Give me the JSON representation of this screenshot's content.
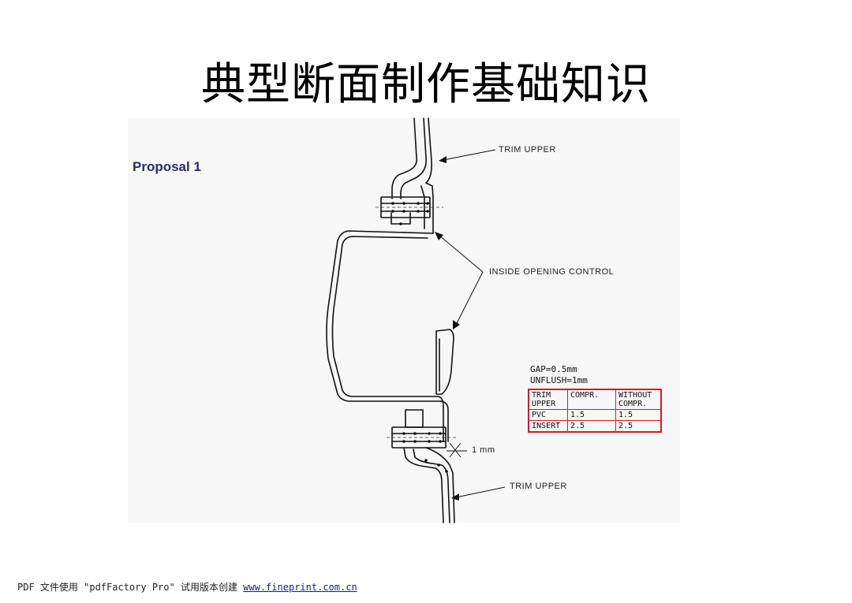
{
  "title": "典型断面制作基础知识",
  "proposal_label": "Proposal 1",
  "labels": {
    "trim_upper_top": "TRIM UPPER",
    "inside_opening_control": "INSIDE OPENING CONTROL",
    "gap_dimension": "1 mm",
    "trim_upper_bottom": "TRIM UPPER"
  },
  "spec": {
    "gap": "GAP=0.5mm",
    "unflush": "UNFLUSH=1mm"
  },
  "table": {
    "headers": [
      [
        "TRIM",
        "UPPER"
      ],
      [
        "COMPR."
      ],
      [
        "WITHOUT",
        "COMPR."
      ]
    ],
    "rows": [
      [
        "PVC",
        "1.5",
        "1.5"
      ],
      [
        "INSERT",
        "2.5",
        "2.5"
      ]
    ]
  },
  "footer": {
    "text": "PDF 文件使用 \"pdfFactory Pro\" 试用版本创建 ",
    "link": "www.fineprint.com.cn"
  },
  "colors": {
    "table_border": "#d01c2a",
    "proposal_text": "#2b2d6b",
    "link": "#1a1a9c"
  }
}
